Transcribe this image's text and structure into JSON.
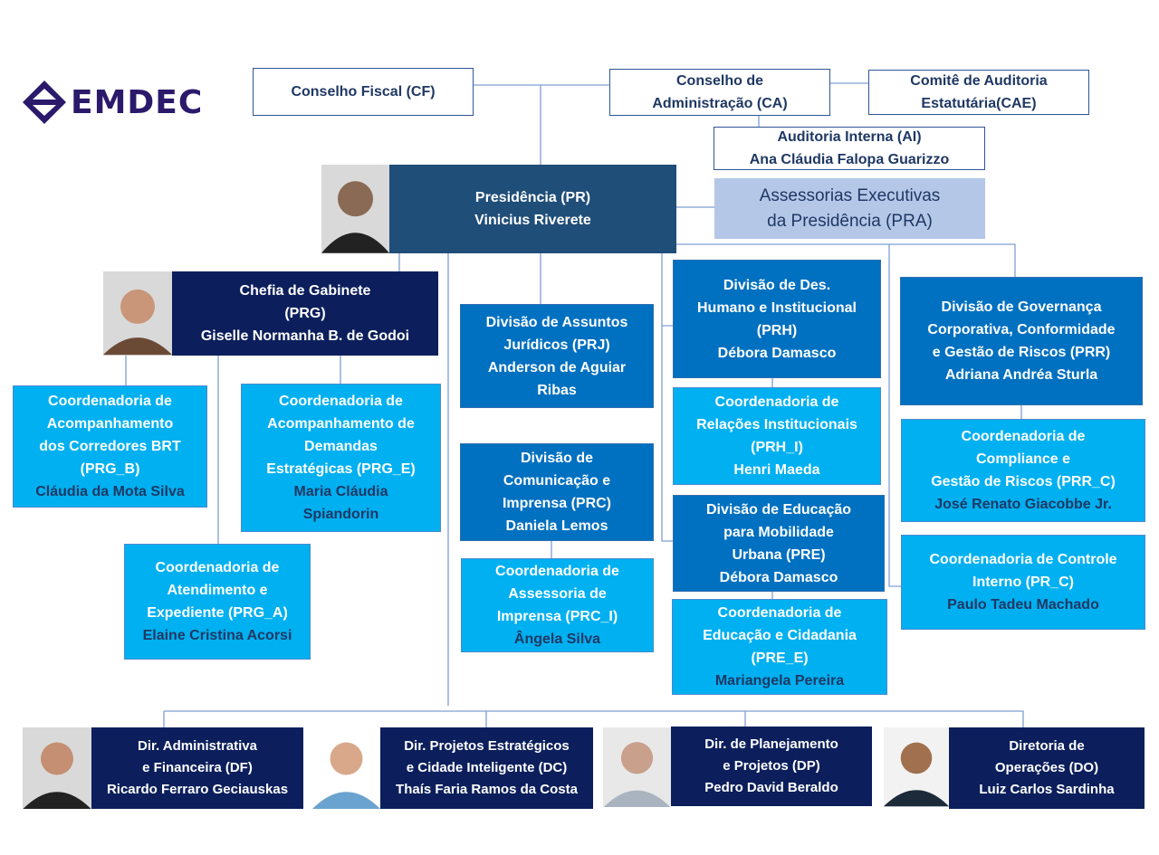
{
  "logo": {
    "text": "EMDEC",
    "color": "#2b1a6b"
  },
  "colors": {
    "navy": "#0c1f5c",
    "presidency": "#1f4e79",
    "division": "#0070c0",
    "coordination": "#00b0f0",
    "advisory": "#b4c7e7",
    "line": "#7f9fd3"
  },
  "boards": {
    "cf": [
      "Conselho Fiscal (CF)"
    ],
    "ca": [
      "Conselho de",
      "Administração (CA)"
    ],
    "cae": [
      "Comitê de Auditoria",
      "Estatutária(CAE)"
    ],
    "ai": [
      "Auditoria Interna (AI)",
      "Ana Cláudia Falopa Guarizzo"
    ]
  },
  "presidency": [
    "Presidência (PR)",
    "Vinicius Riverete"
  ],
  "pra": [
    "Assessorias Executivas",
    "da Presidência (PRA)"
  ],
  "prg": [
    "Chefia de Gabinete",
    "(PRG)",
    "Giselle Normanha B. de Godoi"
  ],
  "prj": [
    "Divisão de Assuntos",
    "Jurídicos (PRJ)",
    "Anderson de Aguiar",
    "Ribas"
  ],
  "prh": [
    "Divisão de Des.",
    "Humano e Institucional",
    "(PRH)",
    "Débora Damasco"
  ],
  "prr": [
    "Divisão de Governança",
    "Corporativa, Conformidade",
    "e Gestão de Riscos (PRR)",
    "Adriana Andréa Sturla"
  ],
  "prg_b": {
    "title": [
      "Coordenadoria de",
      "Acompanhamento",
      "dos Corredores BRT",
      "(PRG_B)"
    ],
    "name": "Cláudia da Mota Silva"
  },
  "prg_e": {
    "title": [
      "Coordenadoria de",
      "Acompanhamento de",
      "Demandas",
      "Estratégicas (PRG_E)"
    ],
    "name": [
      "Maria Cláudia",
      "Spiandorin"
    ]
  },
  "prc": [
    "Divisão de",
    "Comunicação e",
    "Imprensa (PRC)",
    "Daniela Lemos"
  ],
  "prh_i": {
    "title": [
      "Coordenadoria de",
      "Relações Institucionais",
      "(PRH_I)"
    ],
    "name": "Henri Maeda"
  },
  "pre": [
    "Divisão de Educação",
    "para Mobilidade",
    "Urbana (PRE)",
    "Débora Damasco"
  ],
  "prr_c": {
    "title": [
      "Coordenadoria de",
      "Compliance e",
      "Gestão de Riscos (PRR_C)"
    ],
    "name": "José Renato Giacobbe Jr."
  },
  "prg_a": {
    "title": [
      "Coordenadoria de",
      "Atendimento e",
      "Expediente (PRG_A)"
    ],
    "name": "Elaine Cristina Acorsi"
  },
  "prc_i": {
    "title": [
      "Coordenadoria de",
      "Assessoria de",
      "Imprensa (PRC_I)"
    ],
    "name": "Ângela Silva"
  },
  "pr_c": {
    "title": [
      "Coordenadoria de Controle",
      "Interno (PR_C)"
    ],
    "name": "Paulo Tadeu Machado"
  },
  "pre_e": {
    "title": [
      "Coordenadoria de",
      "Educação e Cidadania",
      "(PRE_E)"
    ],
    "name": "Mariangela Pereira"
  },
  "directorates": [
    [
      "Dir. Administrativa",
      "e Financeira (DF)",
      "Ricardo Ferraro Geciauskas"
    ],
    [
      "Dir. Projetos Estratégicos",
      "e Cidade Inteligente (DC)",
      "Thaís Faria Ramos da Costa"
    ],
    [
      "Dir. de Planejamento",
      "e Projetos (DP)",
      "Pedro David Beraldo"
    ],
    [
      "Diretoria de",
      "Operações (DO)",
      "Luiz Carlos Sardinha"
    ]
  ]
}
